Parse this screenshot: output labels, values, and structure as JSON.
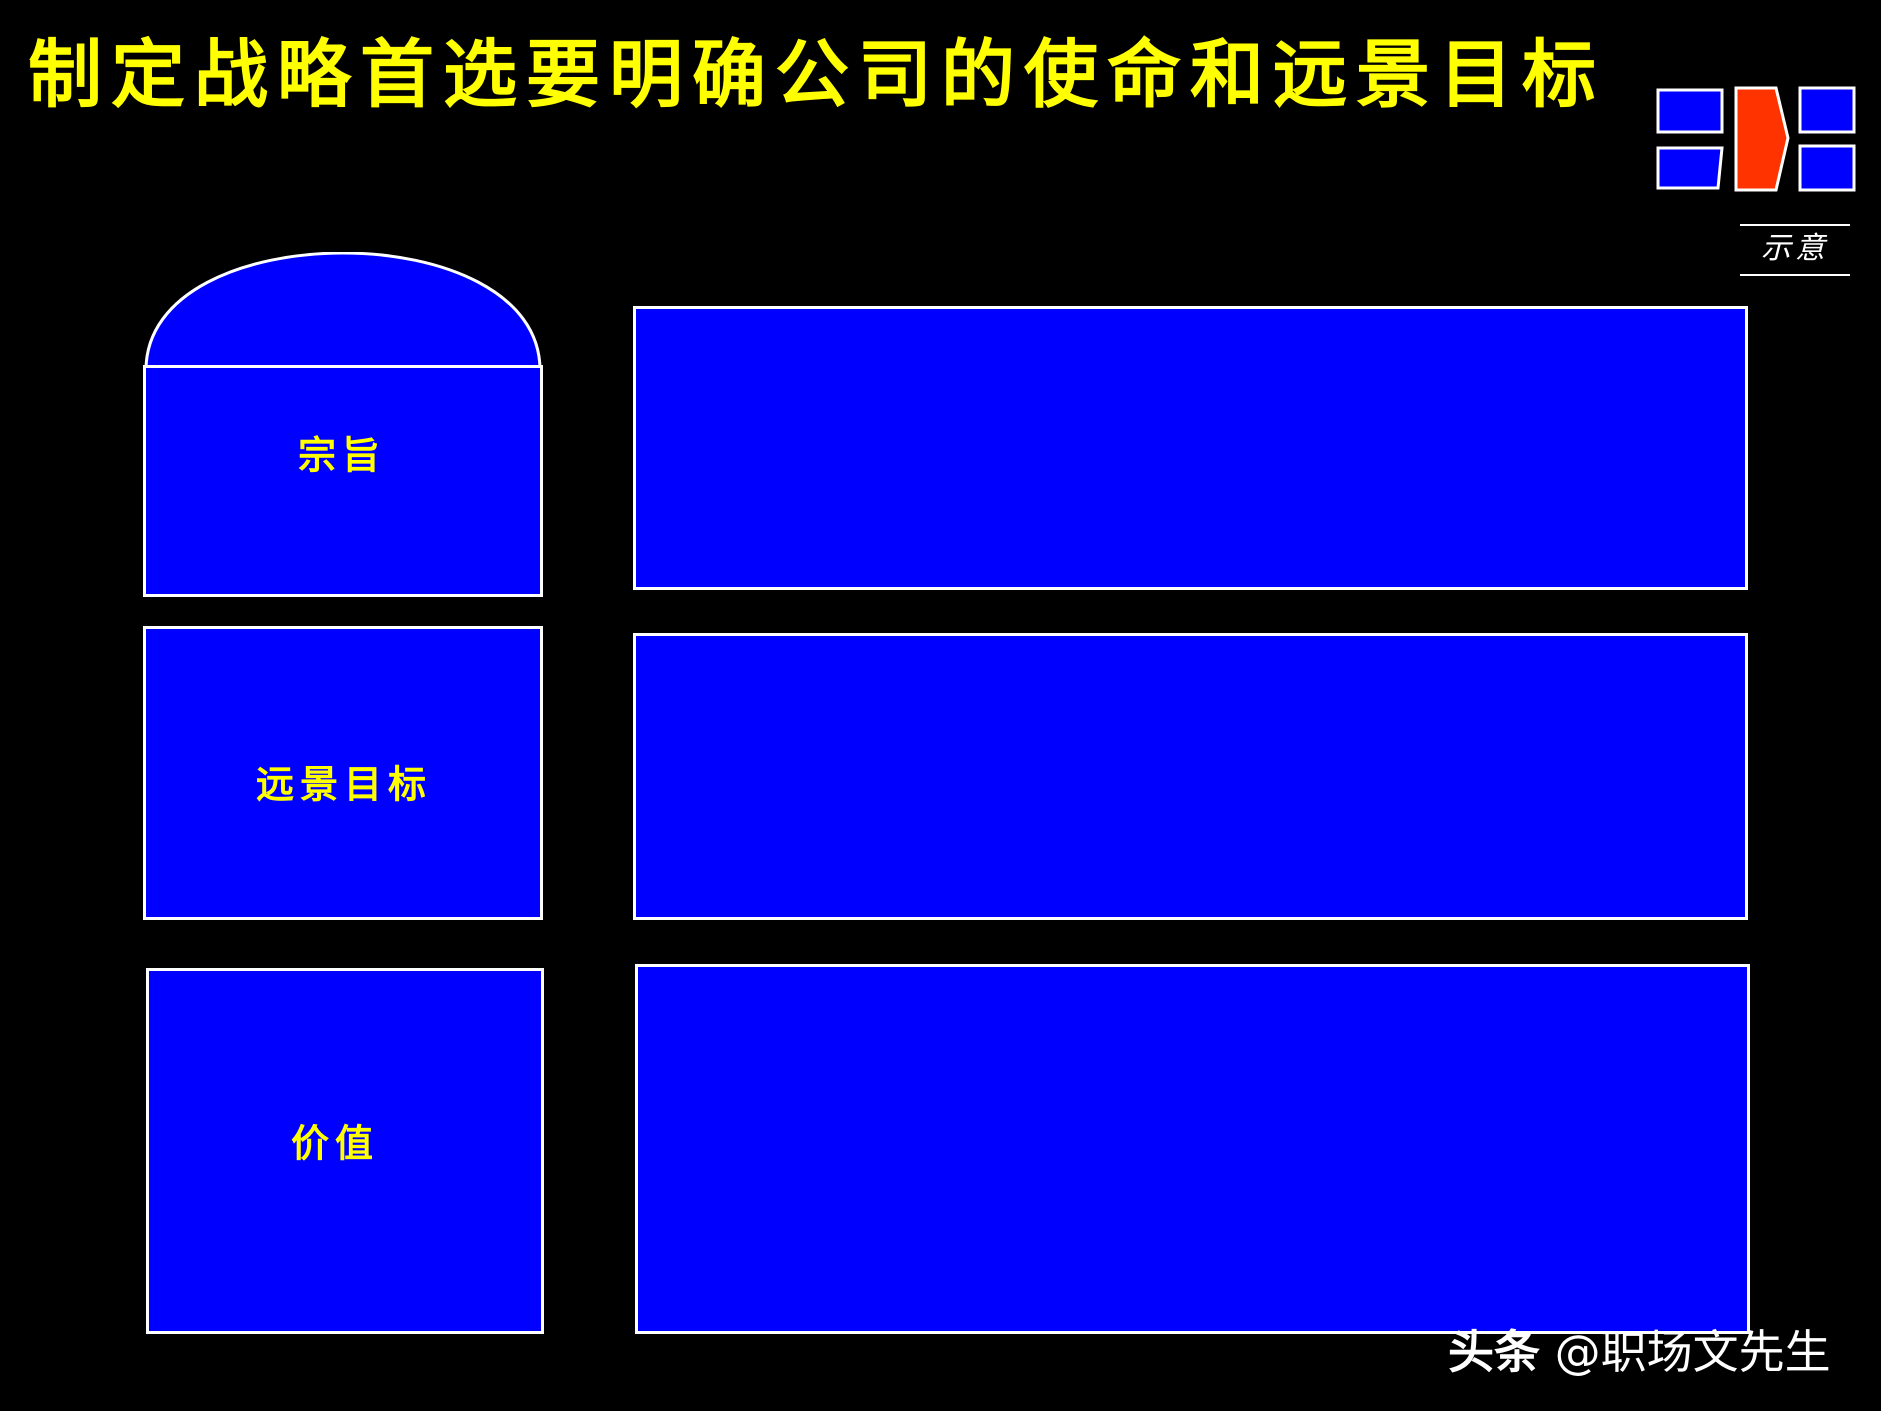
{
  "title": "制定战略首选要明确公司的使命和远景目标",
  "legend": "示意",
  "labels": {
    "mission": "宗旨",
    "vision": "远景目标",
    "values": "价值"
  },
  "watermark": {
    "brand": "头条",
    "handle": "@职场文先生"
  },
  "colors": {
    "background": "#000000",
    "box_fill": "#0000ff",
    "box_border": "#ffffff",
    "title_text": "#ffff00",
    "logo_accent": "#ff3300"
  },
  "icons": {
    "logo": "process-arrow-logo"
  }
}
